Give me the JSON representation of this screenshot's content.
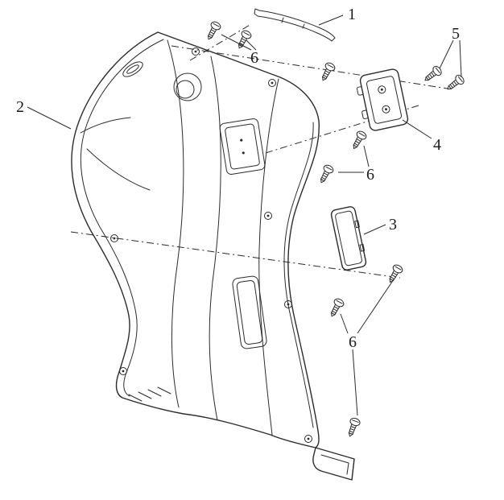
{
  "diagram": {
    "background_color": "#ffffff",
    "line_color": "#2b2b2b",
    "callouts": [
      {
        "id": "callout-1",
        "label": "1"
      },
      {
        "id": "callout-2",
        "label": "2"
      },
      {
        "id": "callout-6-top",
        "label": "6"
      },
      {
        "id": "callout-5",
        "label": "5"
      },
      {
        "id": "callout-4",
        "label": "4"
      },
      {
        "id": "callout-6-mid",
        "label": "6"
      },
      {
        "id": "callout-3",
        "label": "3"
      },
      {
        "id": "callout-6-bottom",
        "label": "6"
      }
    ]
  }
}
